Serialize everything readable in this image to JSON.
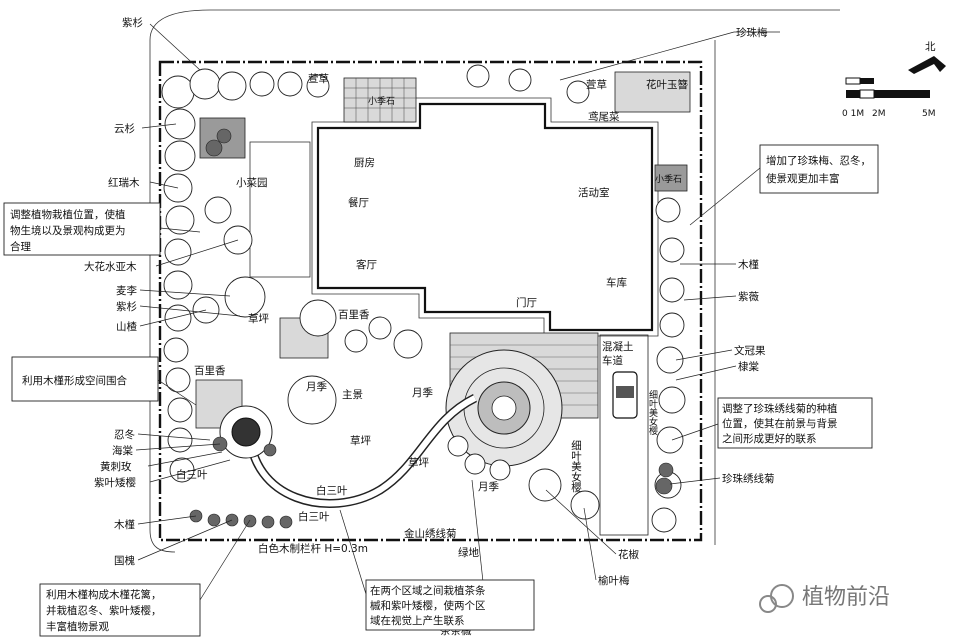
{
  "north_label": "北",
  "scale_labels": [
    "0 1M",
    "2M",
    "5M"
  ],
  "room_labels": {
    "kitchen": "厨房",
    "dining": "餐厅",
    "living": "客厅",
    "activity": "活动室",
    "garage": "车库",
    "entrance": "门厅",
    "veg_garden": "小菜园",
    "concrete": "混凝土",
    "driveway": "车道"
  },
  "plant_labels": {
    "ziyan": "紫杉",
    "zhenzhumei_top": "珍珠梅",
    "yuncha": "云杉",
    "hongruimu": "红瑞木",
    "dahuashuiyamu": "大花水亚木",
    "maili": "麦李",
    "ziyan2": "紫杉",
    "shanzha": "山楂",
    "rendong": "忍冬",
    "haitang": "海棠",
    "huangcimei": "黄刺玫",
    "ziyeaiying": "紫叶矮樱",
    "mujin_left": "木槿",
    "guohuai": "国槐",
    "mujin_right": "木槿",
    "ziwei": "紫薇",
    "wenguanguo": "文冠果",
    "lengtang": "棣棠",
    "zhenzhuxiuxianju": "珍珠绣线菊",
    "huajiao": "花椒",
    "yelihuayemei": "榆叶梅",
    "chaotiaohuai": "茶条槭",
    "xiyemeinvying": "细叶美女樱",
    "jinshanxiuxianju": "金山绣线菊",
    "baiyisi": "白三叶",
    "baiyisi2": "白三叶",
    "baiyisi3": "白三叶",
    "xuancao_top": "萱草",
    "xuancao_top2": "萱草",
    "huayeyuzan": "花叶玉簪",
    "yidouxue": "鸢尾菜",
    "xiaojishi": "小季石",
    "xiaojishi2": "小季石",
    "baili": "百里香",
    "baili2": "百里香",
    "zhujing": "主景",
    "caoping1": "草坪",
    "caoping2": "草坪",
    "caoping3": "草坪",
    "yueji1": "月季",
    "yueji2": "月季",
    "yueji3": "月季",
    "yiye": "叶",
    "lvdi": "绿地",
    "fence": "白色木制栏杆 H=0.3m",
    "xiyemeinvying_v": "细叶美女樱"
  },
  "notes": {
    "left1": [
      "调整植物栽植位置，使植",
      "物生境以及景观构成更为",
      "合理"
    ],
    "left2": [
      "利用木槿形成空间围合"
    ],
    "left3": [
      "利用木槿构成木槿花篱，",
      "并栽植忍冬、紫叶矮樱，",
      "丰富植物景观"
    ],
    "right1": [
      "增加了珍珠梅、忍冬，",
      "使景观更加丰富"
    ],
    "right2": [
      "调整了珍珠绣线菊的种植",
      "位置，使其在前景与背景",
      "之间形成更好的联系"
    ],
    "bottom": [
      "在两个区域之间栽植茶条",
      "槭和紫叶矮樱，使两个区",
      "域在视觉上产生联系"
    ]
  },
  "watermark": "植物前沿"
}
